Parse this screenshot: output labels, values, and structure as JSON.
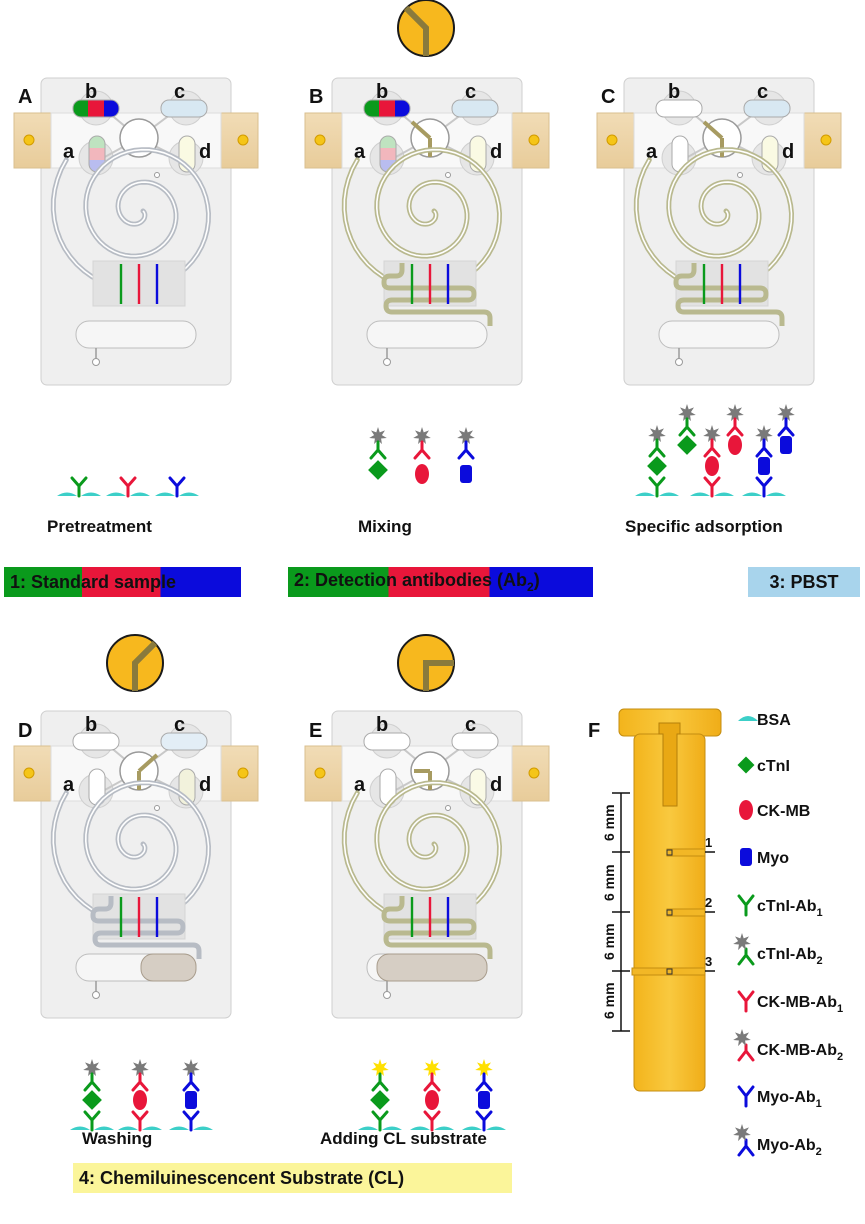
{
  "panels": [
    {
      "letter": "A",
      "caption": "Pretreatment"
    },
    {
      "letter": "B",
      "caption": "Mixing"
    },
    {
      "letter": "C",
      "caption": "Specific adsorption"
    },
    {
      "letter": "D",
      "caption": "Washing"
    },
    {
      "letter": "E",
      "caption": "Adding CL substrate"
    },
    {
      "letter": "F"
    }
  ],
  "ports": {
    "a": "a",
    "b": "b",
    "c": "c",
    "d": "d"
  },
  "reagents": {
    "r1": "1: Standard sample",
    "r2_main": "2: Detection antibodies (Ab",
    "r2_sub": "2",
    "r2_close": ")",
    "r3": "3: PBST",
    "r4": "4: Chemiluinescencent Substrate (CL)"
  },
  "dimension": {
    "spacing_label": "6 mm",
    "markers": [
      "1",
      "2",
      "3"
    ]
  },
  "legend": [
    {
      "name": "BSA",
      "sub": ""
    },
    {
      "name": "cTnI",
      "sub": ""
    },
    {
      "name": "CK-MB",
      "sub": ""
    },
    {
      "name": "Myo",
      "sub": ""
    },
    {
      "name": "cTnI-Ab",
      "sub": "1"
    },
    {
      "name": "cTnI-Ab",
      "sub": "2"
    },
    {
      "name": "CK-MB-Ab",
      "sub": "1"
    },
    {
      "name": "CK-MB-Ab",
      "sub": "2"
    },
    {
      "name": "Myo-Ab",
      "sub": "1"
    },
    {
      "name": "Myo-Ab",
      "sub": "2"
    }
  ],
  "colors": {
    "green": "#0a9a1c",
    "red": "#e8163a",
    "blue": "#0b0bdc",
    "valve": "#fbbf24",
    "bsa": "#3ccfc8",
    "gold": "#f7c035",
    "label_gray": "#7a7a7a",
    "cl_yellow": "#ffe000"
  }
}
